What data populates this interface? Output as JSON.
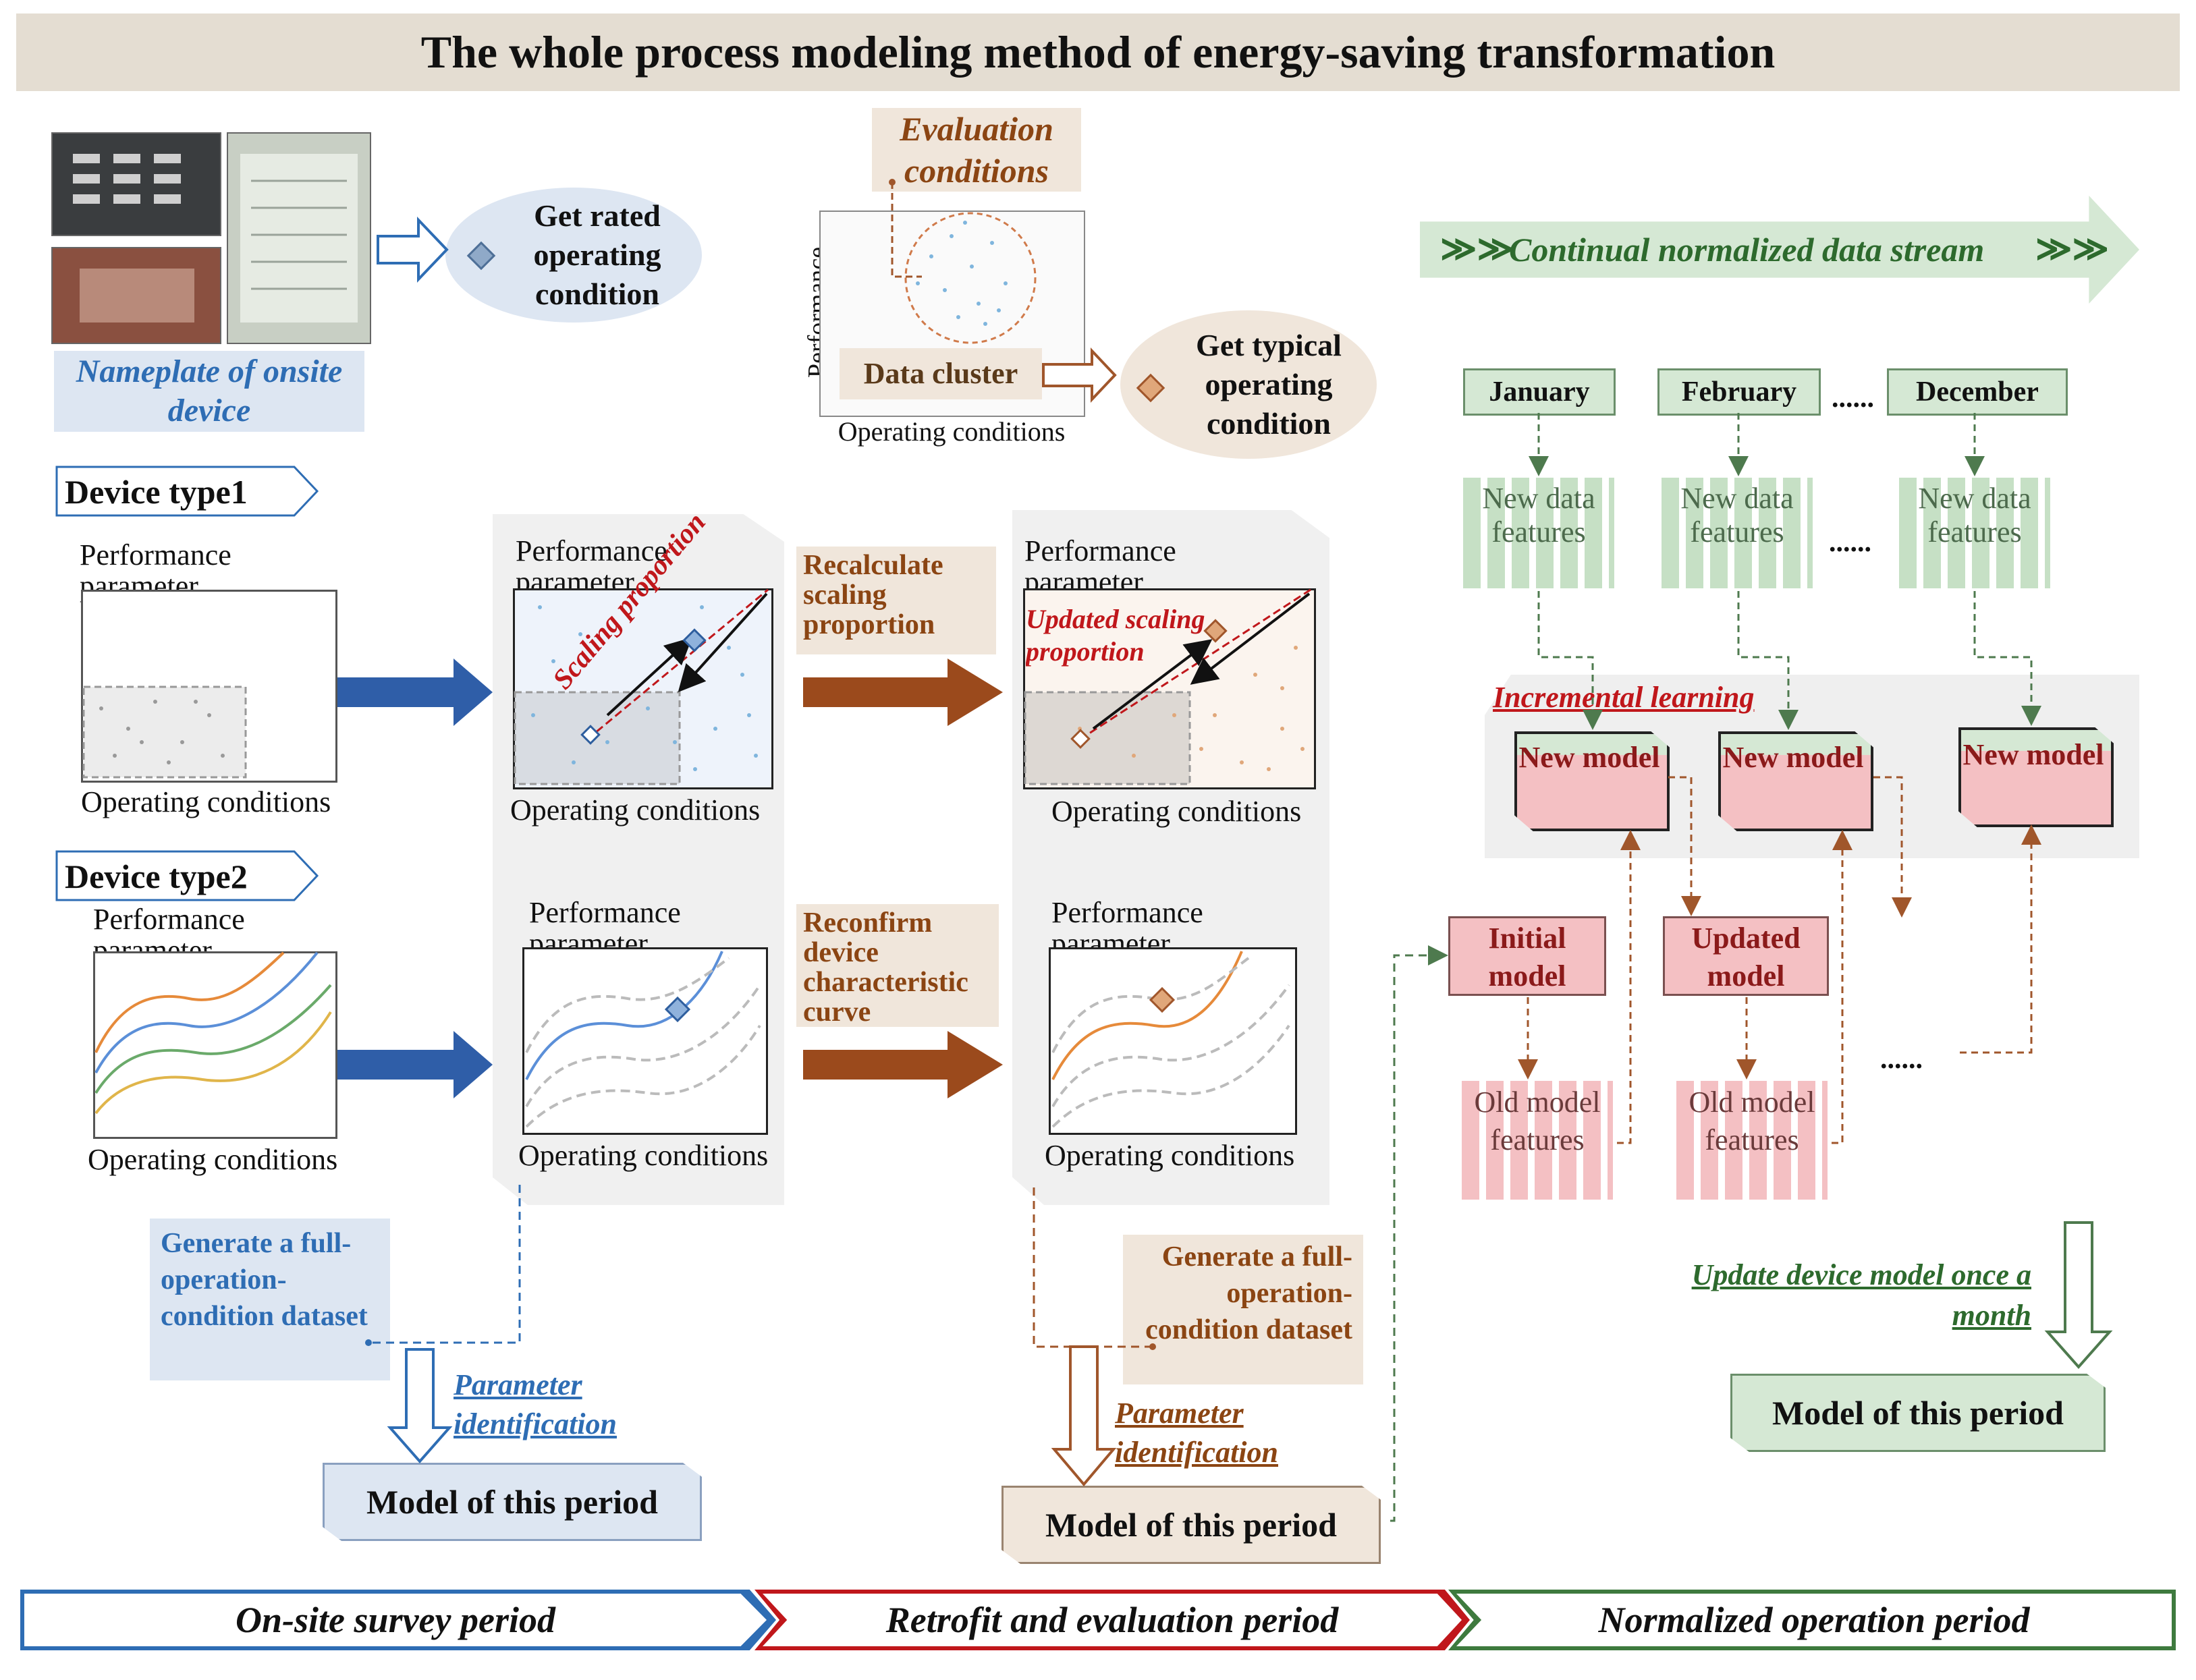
{
  "title": "The whole process modeling method of energy-saving transformation",
  "survey": {
    "nameplate_caption": "Nameplate of onsite device",
    "rated_ellipse": "Get rated operating condition",
    "eval_conditions": "Evaluation conditions",
    "cluster_ylabel": "Performance parameter",
    "data_cluster": "Data cluster",
    "cluster_xlabel": "Operating conditions",
    "typical_ellipse": "Get typical operating condition",
    "device_type1": "Device type1",
    "device_type2": "Device type2",
    "perf_param": "Performance parameter",
    "op_cond": "Operating conditions",
    "scaling_proportion": "Scaling proportion",
    "generate_dataset": "Generate a full-operation-condition dataset",
    "parameter_identification": "Parameter identification",
    "model_period": "Model of this period"
  },
  "retrofit": {
    "recalc_scaling": "Recalculate scaling proportion",
    "reconfirm_curve": "Reconfirm device characteristic curve",
    "updated_scaling": "Updated scaling proportion",
    "perf_param": "Performance parameter",
    "op_cond": "Operating conditions",
    "generate_dataset": "Generate a full-operation-condition dataset",
    "parameter_identification": "Parameter identification",
    "model_period": "Model of this period"
  },
  "normalized": {
    "data_stream": "Continual normalized data stream",
    "months": [
      "January",
      "February",
      "December"
    ],
    "ellipsis": "......",
    "new_data_features": "New data features",
    "incremental_learning": "Incremental learning",
    "new_model": "New model",
    "initial_model": "Initial model",
    "updated_model": "Updated model",
    "old_model_features": "Old model features",
    "update_monthly": "Update device model once a month",
    "model_period": "Model of this period"
  },
  "phases": [
    "On-site survey period",
    "Retrofit and evaluation period",
    "Normalized operation period"
  ],
  "colors": {
    "blue": "#2e6db4",
    "brown": "#8b4513",
    "red": "#c0171b",
    "green": "#6b8f6b",
    "blue_arrow": "#2f5ea8",
    "brown_arrow": "#9b4a1c"
  }
}
